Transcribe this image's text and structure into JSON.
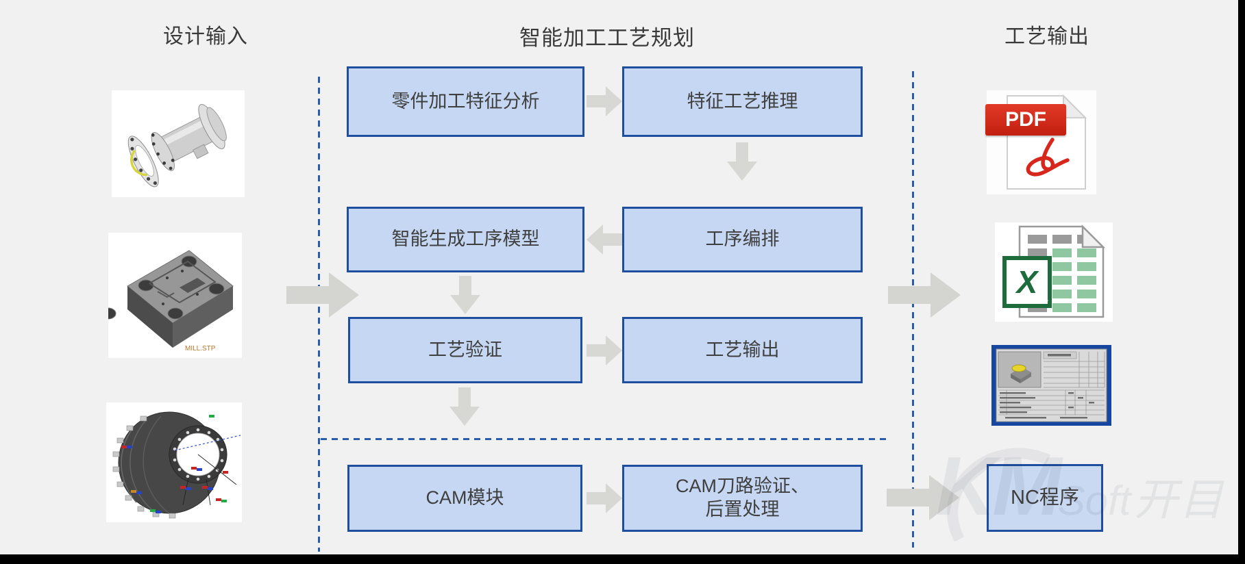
{
  "diagram": {
    "titles": {
      "design_input": "设计输入",
      "process_planning": "智能加工工艺规划",
      "process_output": "工艺输出"
    },
    "boxes": {
      "feature_analysis": "零件加工特征分析",
      "feature_reasoning": "特征工艺推理",
      "model_generation": "智能生成工序模型",
      "process_sequencing": "工序编排",
      "process_verification": "工艺验证",
      "process_output": "工艺输出",
      "cam_module": "CAM模块",
      "cam_toolpath_line1": "CAM刀路验证、",
      "cam_toolpath_line2": "后置处理",
      "nc_program": "NC程序"
    },
    "icons": {
      "pdf_badge": "PDF",
      "excel_logo": "X"
    },
    "left_models": [
      {
        "name": "flanged-shaft-cad-model"
      },
      {
        "name": "machined-block-cad-model",
        "caption": "MILL.STP"
      },
      {
        "name": "engine-casing-cad-model"
      }
    ],
    "watermark": {
      "km": "KM",
      "soft": "Soft",
      "kaimu": "开目"
    },
    "colors": {
      "background": "#f1f1f1",
      "box_fill": "#c5d7f2",
      "box_border": "#1f4e9f",
      "dashed_line": "#2a5caa",
      "arrow": "#d6d6d4",
      "text": "#3c3c3c",
      "pdf_red": "#d7271d",
      "excel_green": "#217346",
      "card_border": "#1746a0"
    }
  }
}
